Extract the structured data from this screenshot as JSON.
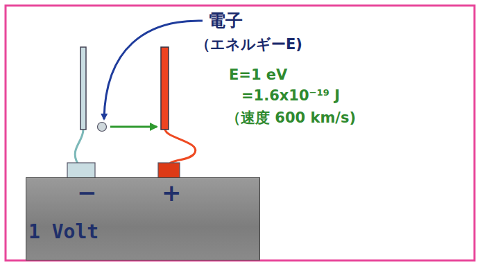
{
  "diagram": {
    "nodes": [
      {
        "text": [
          "−",
          "+",
          "1 Volt"
        ]
      }
    ],
    "labels": [
      "電子",
      "（エネルギーE)",
      "E=1 eV",
      "=1.6x10⁻¹⁹ J",
      "（速度 600 km/s)"
    ]
  }
}
